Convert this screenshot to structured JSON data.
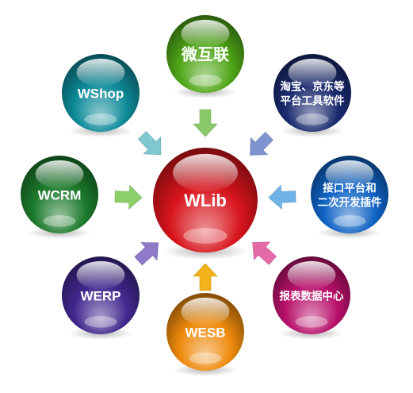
{
  "hub": {
    "label": "WLib",
    "color": "#d8141c"
  },
  "nodes": [
    {
      "id": "weihulian",
      "lines": [
        "微互联"
      ],
      "color": "#4fa617"
    },
    {
      "id": "taobao-jd",
      "lines": [
        "淘宝、京东等",
        "平台工具软件"
      ],
      "color": "#1a2a6e"
    },
    {
      "id": "api-platform",
      "lines": [
        "接口平台和",
        "二次开发插件"
      ],
      "color": "#0f63c4"
    },
    {
      "id": "report-center",
      "lines": [
        "报表数据中心"
      ],
      "color": "#b8106a"
    },
    {
      "id": "wesb",
      "lines": [
        "WESB"
      ],
      "color": "#ee8a0c"
    },
    {
      "id": "werp",
      "lines": [
        "WERP"
      ],
      "color": "#41288e"
    },
    {
      "id": "wcrm",
      "lines": [
        "WCRM"
      ],
      "color": "#1c7a2c"
    },
    {
      "id": "wshop",
      "lines": [
        "WShop"
      ],
      "color": "#0d8a98"
    }
  ],
  "arrow_colors": {
    "weihulian": "#8ac96a",
    "taobao-jd": "#7e93cf",
    "api-platform": "#6fb2e6",
    "report-center": "#e76aa8",
    "wesb": "#f3b21b",
    "werp": "#8e7ac8",
    "wcrm": "#8ccf6a",
    "wshop": "#7fc8cf"
  }
}
